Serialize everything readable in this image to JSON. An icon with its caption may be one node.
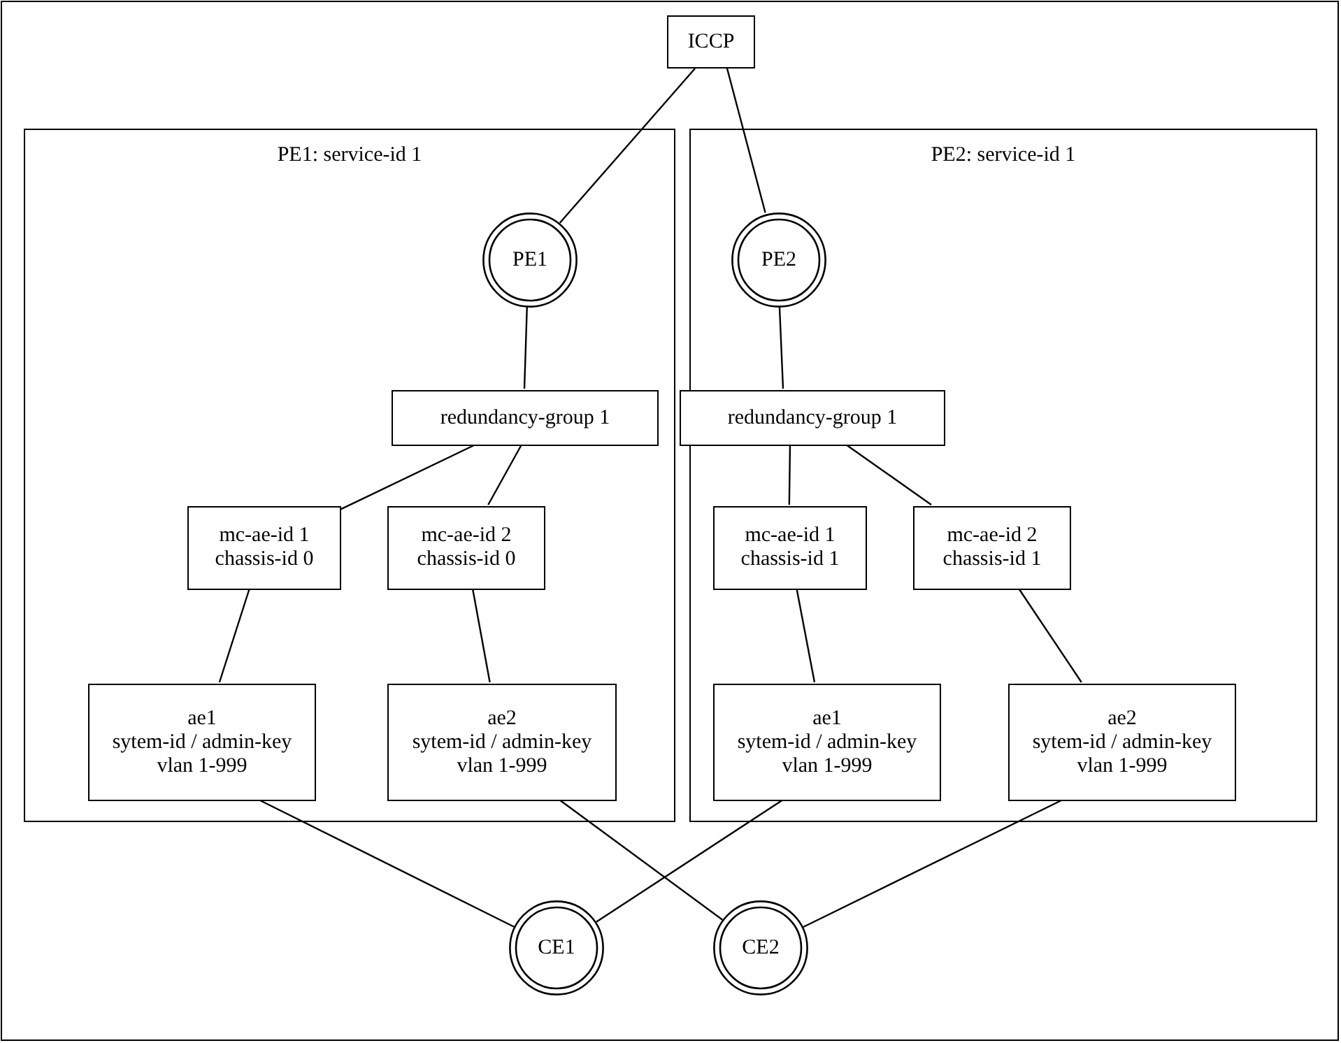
{
  "diagram": {
    "nodes": [
      {
        "text": [
          "ICCP"
        ]
      },
      {
        "text": [
          "PE1: service-id 1"
        ]
      },
      {
        "text": [
          "PE1"
        ],
        "in": 1
      },
      {
        "text": [
          "redundancy-group 1"
        ],
        "in": 1
      },
      {
        "text": [
          "mc-ae-id 1",
          "chassis-id 0"
        ],
        "in": 1
      },
      {
        "text": [
          "mc-ae-id 2",
          "chassis-id 0"
        ],
        "in": 1
      },
      {
        "text": [
          "ae1",
          "sytem-id / admin-key",
          "vlan 1-999"
        ],
        "in": 1
      },
      {
        "text": [
          "ae2",
          "sytem-id / admin-key",
          "vlan 1-999"
        ],
        "in": 1
      },
      {
        "text": [
          "PE2: service-id 1"
        ]
      },
      {
        "text": [
          "PE2"
        ],
        "in": 8
      },
      {
        "text": [
          "redundancy-group 1"
        ],
        "in": 8
      },
      {
        "text": [
          "mc-ae-id 1",
          "chassis-id 1"
        ],
        "in": 8
      },
      {
        "text": [
          "mc-ae-id 2",
          "chassis-id 1"
        ],
        "in": 8
      },
      {
        "text": [
          "ae1",
          "sytem-id / admin-key",
          "vlan 1-999"
        ],
        "in": 8
      },
      {
        "text": [
          "ae2",
          "sytem-id / admin-key",
          "vlan 1-999"
        ],
        "in": 8
      },
      {
        "text": [
          "CE1"
        ]
      },
      {
        "text": [
          "CE2"
        ]
      }
    ],
    "edges": [
      {
        "from": 0,
        "to": 2,
        "arrow": "none"
      },
      {
        "from": 0,
        "to": 9,
        "arrow": "none"
      },
      {
        "from": 2,
        "to": 3,
        "arrow": "none"
      },
      {
        "from": 3,
        "to": 4,
        "arrow": "none"
      },
      {
        "from": 3,
        "to": 5,
        "arrow": "none"
      },
      {
        "from": 4,
        "to": 6,
        "arrow": "none"
      },
      {
        "from": 5,
        "to": 7,
        "arrow": "none"
      },
      {
        "from": 9,
        "to": 10,
        "arrow": "none"
      },
      {
        "from": 10,
        "to": 11,
        "arrow": "none"
      },
      {
        "from": 10,
        "to": 12,
        "arrow": "none"
      },
      {
        "from": 11,
        "to": 13,
        "arrow": "none"
      },
      {
        "from": 12,
        "to": 14,
        "arrow": "none"
      },
      {
        "from": 6,
        "to": 15,
        "arrow": "none"
      },
      {
        "from": 7,
        "to": 16,
        "arrow": "none"
      },
      {
        "from": 13,
        "to": 15,
        "arrow": "none"
      },
      {
        "from": 14,
        "to": 16,
        "arrow": "none"
      }
    ]
  }
}
